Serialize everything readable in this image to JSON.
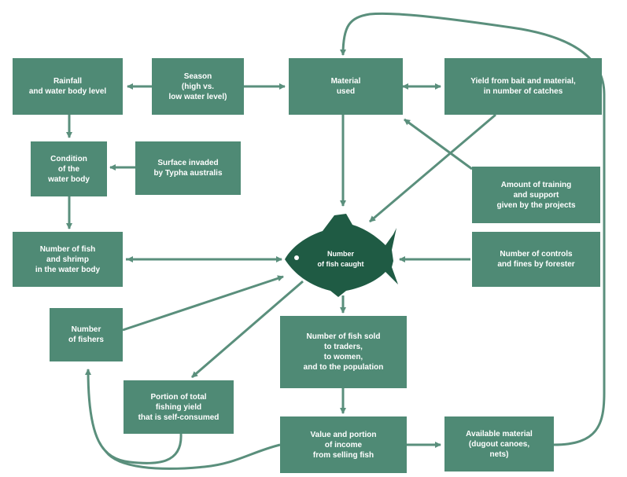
{
  "colors": {
    "box": "#4f8a75",
    "fish": "#1f5b44",
    "line": "#5a8f7c"
  },
  "nodes": {
    "rainfall": "Rainfall\nand water body level",
    "season": "Season\n(high vs.\nlow water level)",
    "material_used": "Material\nused",
    "yield": "Yield from bait and material,\nin number of catches",
    "condition": "Condition\nof the\nwater body",
    "surface": "Surface invaded\nby Typha australis",
    "training": "Amount of training\nand support\ngiven by the projects",
    "fish_shrimp": "Number of fish\nand shrimp\nin the water body",
    "fish_caught": "Number\nof fish caught",
    "controls": "Number of controls\nand fines by forester",
    "fishers": "Number\nof fishers",
    "fish_sold": "Number of fish sold\nto traders,\nto women,\nand to the population",
    "self_consumed": "Portion of total\nfishing yield\nthat is self-consumed",
    "value_income": "Value and portion\nof income\nfrom selling fish",
    "available_material": "Available material\n(dugout canoes,\nnets)"
  }
}
